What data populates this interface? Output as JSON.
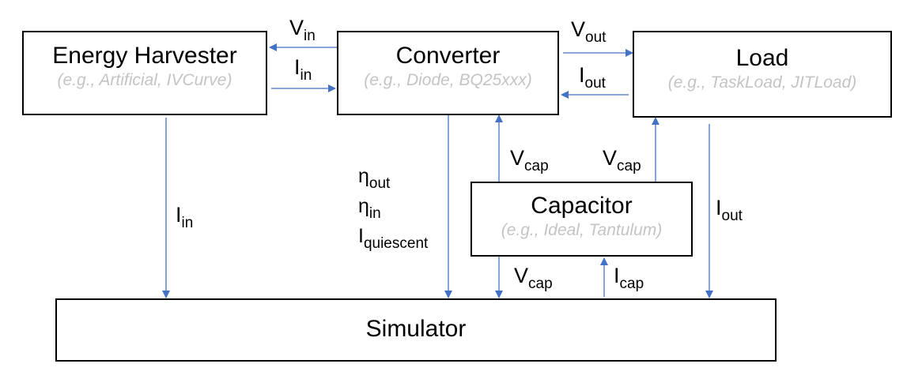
{
  "blocks": {
    "harvester": {
      "title": "Energy Harvester",
      "subtitle": "(e.g., Artificial, IVCurve)"
    },
    "converter": {
      "title": "Converter",
      "subtitle": "(e.g., Diode, BQ25xxx)"
    },
    "load": {
      "title": "Load",
      "subtitle": "(e.g., TaskLoad, JITLoad)"
    },
    "capacitor": {
      "title": "Capacitor",
      "subtitle": "(e.g., Ideal, Tantulum)"
    },
    "simulator": {
      "title": "Simulator"
    }
  },
  "signals": {
    "v_in": {
      "main": "V",
      "sub": "in"
    },
    "i_in_top": {
      "main": "I",
      "sub": "in"
    },
    "v_out": {
      "main": "V",
      "sub": "out"
    },
    "i_out_top": {
      "main": "I",
      "sub": "out"
    },
    "i_in_side": {
      "main": "I",
      "sub": "in"
    },
    "eta_out": {
      "main": "η",
      "sub": "out"
    },
    "eta_in": {
      "main": "η",
      "sub": "in"
    },
    "i_quiescent": {
      "main": "I",
      "sub": "quiescent"
    },
    "v_cap_left": {
      "main": "V",
      "sub": "cap"
    },
    "v_cap_right": {
      "main": "V",
      "sub": "cap"
    },
    "i_out_side": {
      "main": "I",
      "sub": "out"
    },
    "v_cap_bottom": {
      "main": "V",
      "sub": "cap"
    },
    "i_cap": {
      "main": "I",
      "sub": "cap"
    }
  },
  "colors": {
    "arrow": "#4472c4",
    "subtitle": "#c4c4c4",
    "border": "#000000"
  }
}
